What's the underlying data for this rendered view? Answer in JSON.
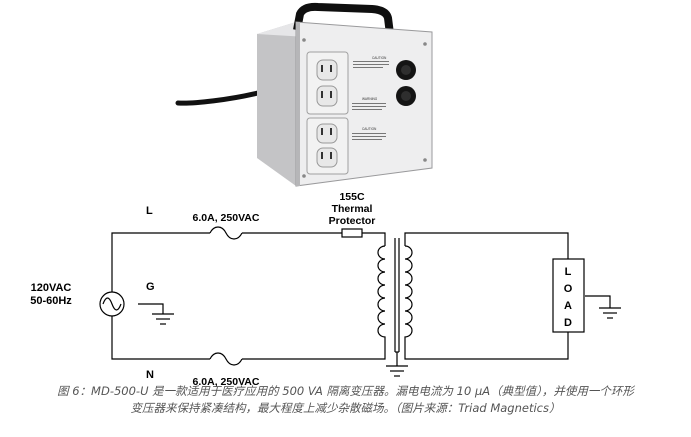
{
  "product_photo": {
    "panel_texts": [
      "CAUTION",
      "WARNING",
      "CAUTION"
    ]
  },
  "schematic": {
    "line_label": "L",
    "neutral_label": "N",
    "ground_label": "G",
    "source_voltage": "120VAC",
    "source_frequency": "50-60Hz",
    "fuse_top_label": "6.0A, 250VAC",
    "fuse_bottom_label": "6.0A, 250VAC",
    "protector_line1": "155C",
    "protector_line2": "Thermal",
    "protector_line3": "Protector",
    "load_letters": [
      "L",
      "O",
      "A",
      "D"
    ]
  },
  "caption": {
    "line1": "图 6：MD-500-U 是一款适用于医疗应用的 500 VA 隔离变压器。漏电电流为 10 μA（典型值），并使用一个环形",
    "line2": "变压器来保持紧凑结构，最大程度上减少杂散磁场。（图片来源：Triad Magnetics）"
  }
}
